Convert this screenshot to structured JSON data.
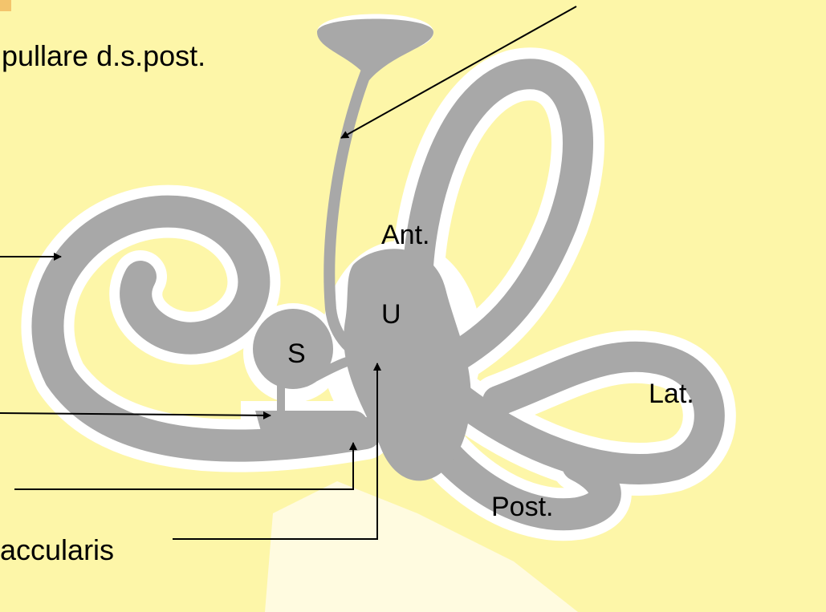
{
  "colors": {
    "background": "#fdf6a8",
    "membrane": "#a8a8a8",
    "halo": "#ffffff",
    "ink": "#000000"
  },
  "labels": {
    "ampullare": "pullare d.s.post.",
    "anterior": "Ant.",
    "utricle": "U",
    "saccule": "S",
    "lateral": "Lat.",
    "posterior": "Post.",
    "saccularis": "accularis"
  }
}
